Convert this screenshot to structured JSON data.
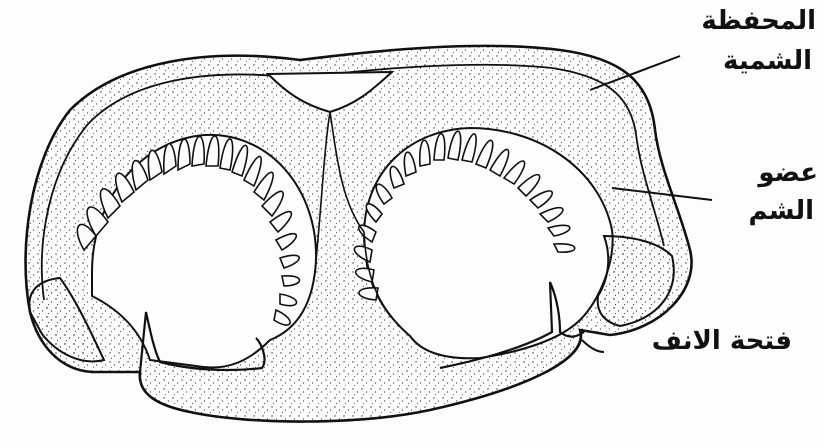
{
  "labels": {
    "olfactory_capsule_line1": "المحفظة",
    "olfactory_capsule_line2": "الشمية",
    "olfactory_organ_line1": "عضو",
    "olfactory_organ_line2": "الشم",
    "nostril": "فتحة الانف"
  },
  "colors": {
    "ink": "#111111",
    "paper": "#fdfdfb",
    "stipple": "#333333"
  }
}
